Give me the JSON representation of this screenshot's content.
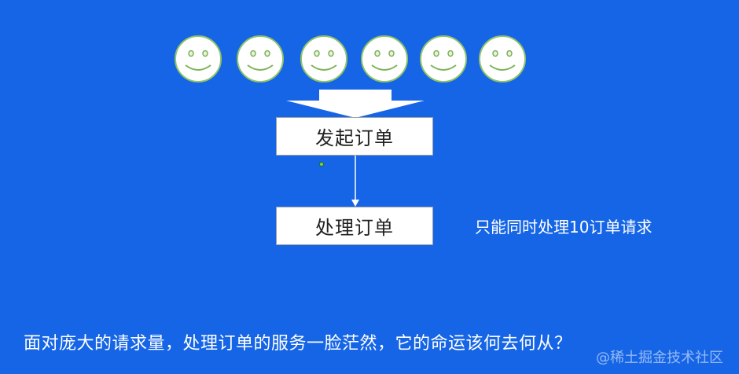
{
  "diagram": {
    "face_count": 6,
    "face_icon": "smiley-face-icon",
    "submit_box_label": "发起订单",
    "process_box_label": "处理订单",
    "side_note": "只能同时处理10订单请求",
    "caption": "面对庞大的请求量，处理订单的服务一脸茫然，它的命运该何去何从？",
    "watermark": "@稀土掘金技术社区"
  },
  "colors": {
    "background": "#1565e6",
    "face_fill": "#ffffff",
    "face_stroke": "#8fc36a",
    "box_fill": "#ffffff",
    "text_light": "#ffffff"
  }
}
